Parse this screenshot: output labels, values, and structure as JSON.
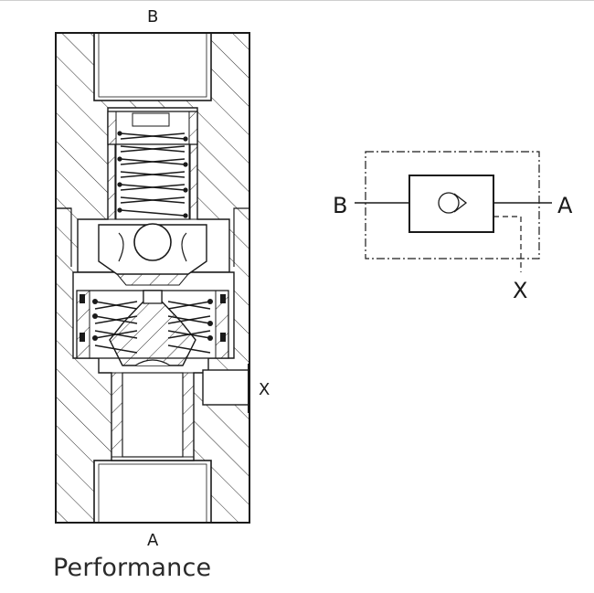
{
  "section_heading": "Performance",
  "cross_section": {
    "port_top": "B",
    "port_bottom": "A",
    "port_side": "X"
  },
  "schematic": {
    "port_left": "B",
    "port_right": "A",
    "port_pilot": "X"
  },
  "colors": {
    "line": "#1a1a1a",
    "hatch": "#2a2a2a",
    "background": "#ffffff"
  }
}
